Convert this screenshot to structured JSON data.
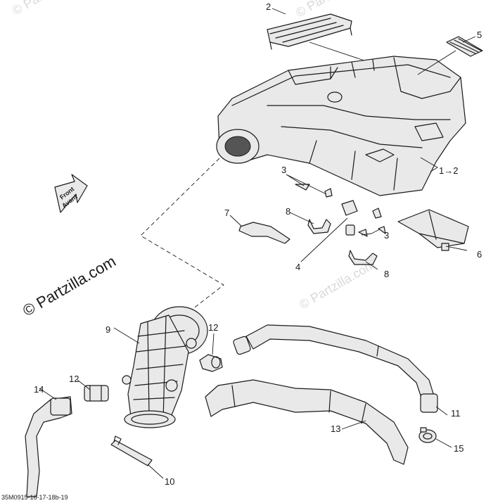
{
  "watermark": {
    "main": "© Partzilla.com",
    "faint_top": "© Partzilla.com",
    "faint_right": "© Partzilla.com",
    "faint_mid": "© Partzilla.com"
  },
  "direction_arrow": {
    "line1": "Front",
    "line2": "Avant"
  },
  "callouts": {
    "c1": "1→2",
    "c2": "2",
    "c3a": "3",
    "c3b": "3",
    "c4": "4",
    "c5": "5",
    "c6": "6",
    "c7": "7",
    "c8a": "8",
    "c8b": "8",
    "c9": "9",
    "c10": "10",
    "c11": "11",
    "c12a": "12",
    "c12b": "12",
    "c13": "13",
    "c14": "14",
    "c15": "15"
  },
  "footer_code": "35M0915-16-17-18b-19"
}
